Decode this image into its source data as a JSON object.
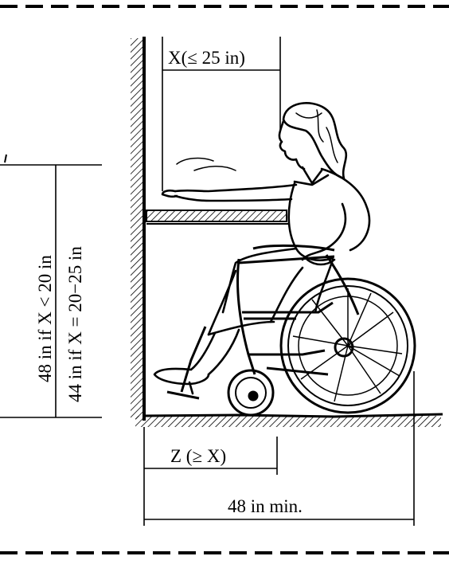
{
  "figure": {
    "reach_label": "X(≤ 25 in)",
    "height_label_a": "48 in if X < 20 in",
    "height_label_b": "44 in if X = 20−25 in",
    "knee_label": "Z (≥ X)",
    "floor_label": "48 in min."
  },
  "colors": {
    "ink": "#000000",
    "paper": "#ffffff"
  }
}
